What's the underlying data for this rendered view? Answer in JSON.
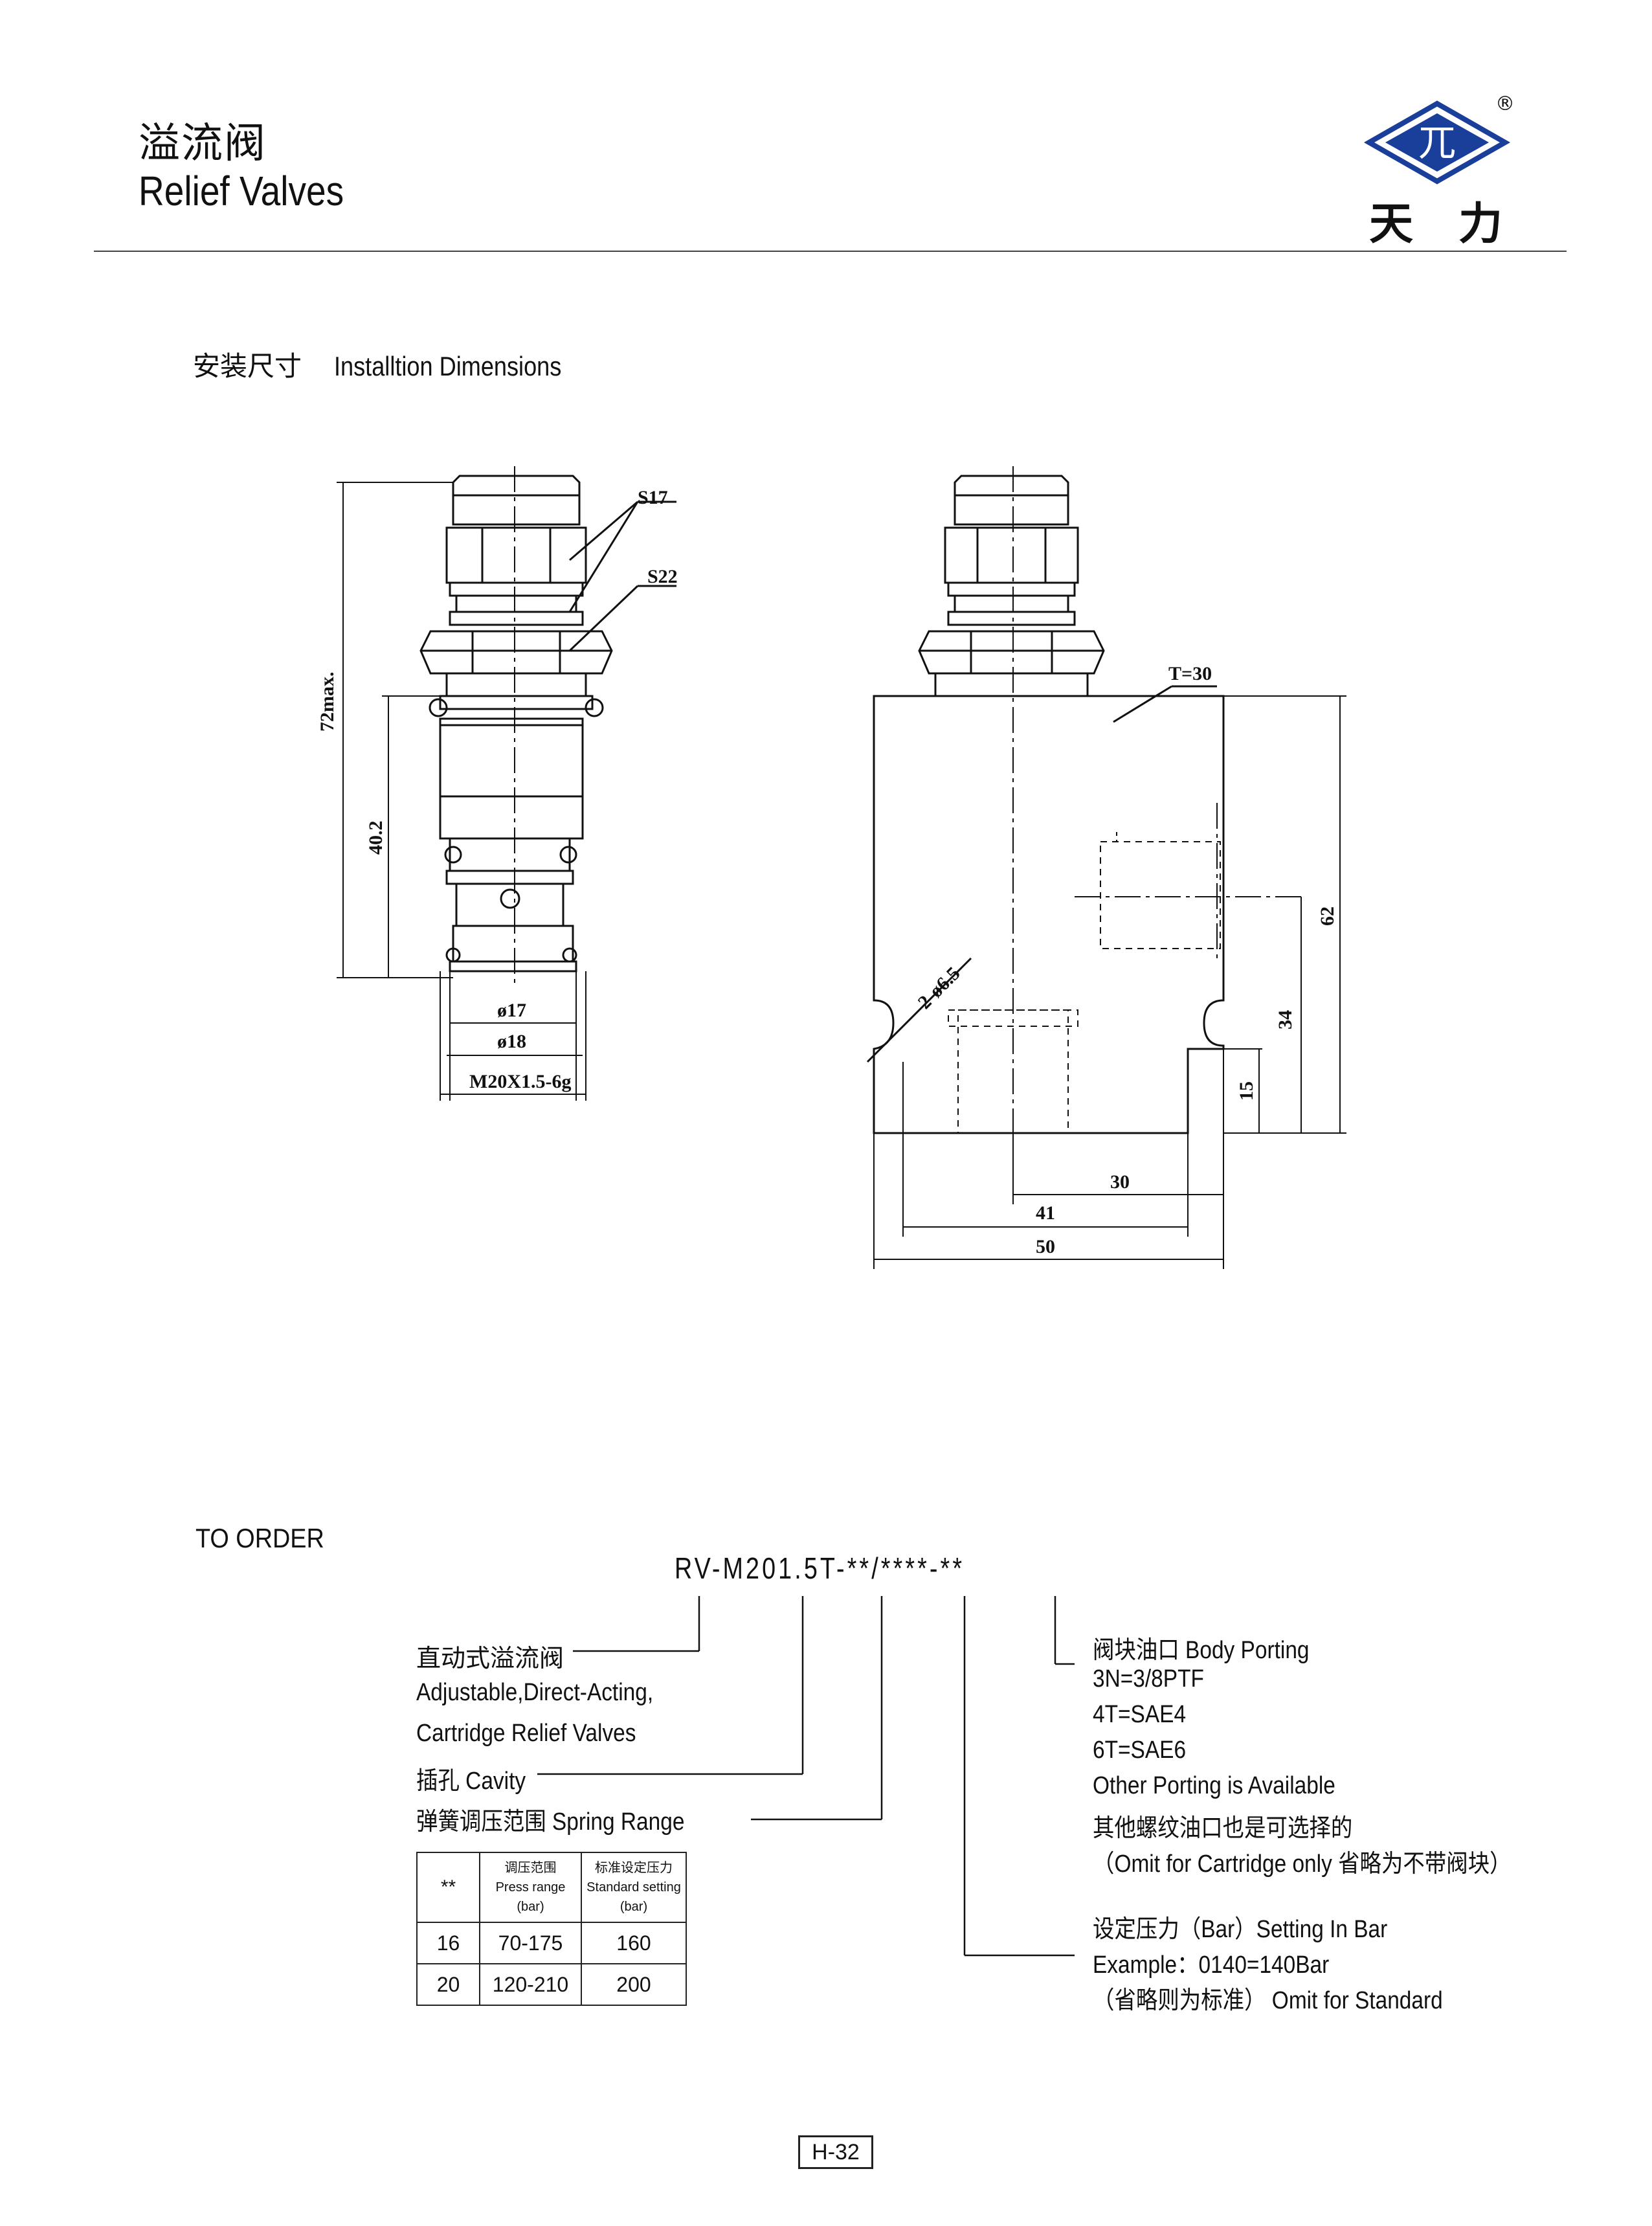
{
  "header": {
    "title_cn": "溢流阀",
    "title_en": "Relief Valves",
    "brand": "天力",
    "logo_glyph": "兀",
    "registered": "®"
  },
  "section": {
    "cn": "安装尺寸",
    "en": "Installtion Dimensions"
  },
  "drawing": {
    "wrench1": "S17",
    "wrench2": "S22",
    "len_total": "72max.",
    "len_cart": "40.2",
    "dia1": "ø17",
    "dia2": "ø18",
    "thread": "M20X1.5-6g",
    "thickness": "T=30",
    "hole": "2-ø6.5",
    "h62": "62",
    "h34": "34",
    "h15": "15",
    "w30": "30",
    "w41": "41",
    "w50": "50"
  },
  "order": {
    "heading": "TO ORDER",
    "code": "RV-M201.5T-**/****-**",
    "desc1_cn": "直动式溢流阀",
    "desc1_en1": "Adjustable,Direct-Acting,",
    "desc1_en2": "Cartridge Relief Valves",
    "cavity": "插孔 Cavity",
    "spring": "弹簧调压范围  Spring Range",
    "body_port": "阀块油口  Body Porting",
    "p1": "3N=3/8PTF",
    "p2": "4T=SAE4",
    "p3": "6T=SAE6",
    "p4": "Other Porting is Available",
    "p5": "其他螺纹油口也是可选择的",
    "p6": "（Omit for Cartridge only 省略为不带阀块）",
    "set1": "设定压力（Bar）Setting In Bar",
    "set2": "Example：0140=140Bar",
    "set3": "（省略则为标准） Omit for Standard"
  },
  "spring_table": {
    "h0": "**",
    "h1a": "调压范围",
    "h1b": "Press range",
    "h1c": "(bar)",
    "h2a": "标准设定压力",
    "h2b": "Standard setting",
    "h2c": "(bar)",
    "rows": [
      {
        "code": "16",
        "range": "70-175",
        "std": "160"
      },
      {
        "code": "20",
        "range": "120-210",
        "std": "200"
      }
    ]
  },
  "page_number": "H-32"
}
